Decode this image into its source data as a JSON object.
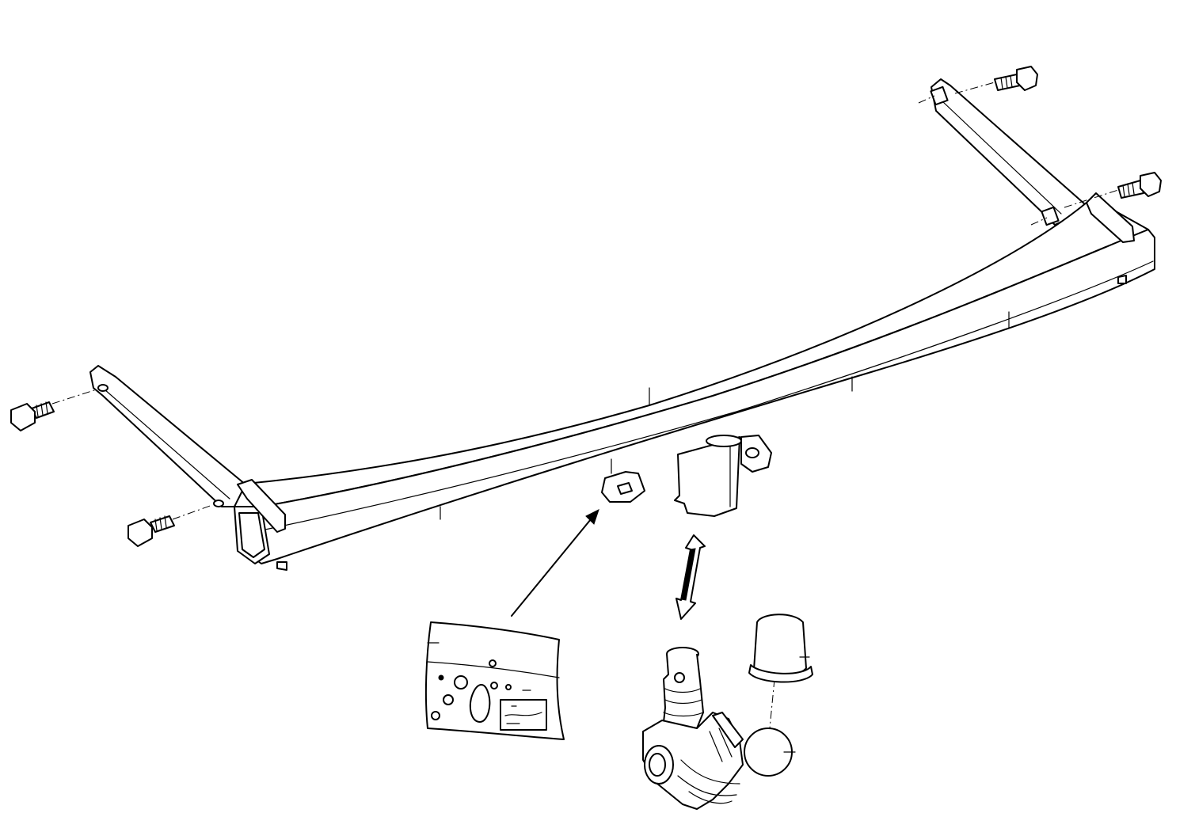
{
  "diagram": {
    "kind": "exploded assembly illustration",
    "parts": [
      {
        "name": "crossbar"
      },
      {
        "name": "left-mounting-arm"
      },
      {
        "name": "right-mounting-arm"
      },
      {
        "name": "mounting-bolt",
        "count": 4
      },
      {
        "name": "socket-bracket"
      },
      {
        "name": "receiver-tube"
      },
      {
        "name": "instruction-plate"
      },
      {
        "name": "detachable-towball-neck"
      },
      {
        "name": "towball-cap"
      }
    ],
    "colors": {
      "line": "#000000",
      "background": "#ffffff"
    }
  }
}
